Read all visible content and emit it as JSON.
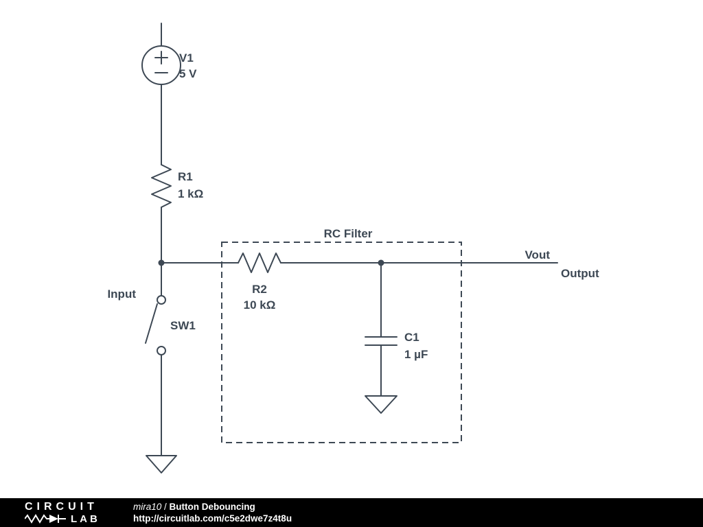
{
  "schematic": {
    "colors": {
      "line": "#3d4854",
      "background": "#ffffff"
    },
    "components": {
      "v1": {
        "ref": "V1",
        "value": "5 V"
      },
      "r1": {
        "ref": "R1",
        "value": "1 kΩ"
      },
      "r2": {
        "ref": "R2",
        "value": "10 kΩ"
      },
      "c1": {
        "ref": "C1",
        "value": "1 µF"
      },
      "sw1": {
        "ref": "SW1"
      }
    },
    "labels": {
      "input": "Input",
      "vout": "Vout",
      "output": "Output",
      "rc_filter": "RC Filter"
    }
  },
  "footer": {
    "logo_top": "CIRCUIT",
    "logo_bottom": "LAB",
    "author": "mira10",
    "separator": " / ",
    "title": "Button Debouncing",
    "url": "http://circuitlab.com/c5e2dwe7z4t8u",
    "background": "#000000"
  }
}
